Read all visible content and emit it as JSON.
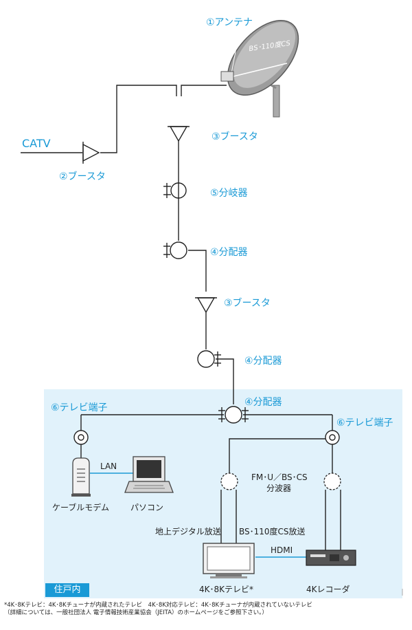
{
  "labels": {
    "antenna": "①アンテナ",
    "dish_text": "BS･110度CS",
    "catv": "CATV",
    "booster_catv": "②ブースタ",
    "booster_top": "③ブースタ",
    "branch": "⑤分岐器",
    "splitter_1": "④分配器",
    "booster_mid": "③ブースタ",
    "splitter_2": "④分配器",
    "splitter_home": "④分配器",
    "terminal_left": "⑥テレビ端子",
    "terminal_right": "⑥テレビ端子",
    "lan": "LAN",
    "cable_modem": "ケーブルモデム",
    "pc": "パソコン",
    "band_splitter": [
      "FM･U／BS･CS",
      "分波器"
    ],
    "terrestrial": "地上デジタル放送",
    "bs_cs": "BS･110度CS放送",
    "hdmi": "HDMI",
    "tv": "4K･8Kテレビ*",
    "recorder": "4Kレコーダ",
    "home": "住戸内"
  },
  "footnote": [
    "*4K･8Kテレビ：4K･8Kチューナが内蔵されたテレビ　4K･8K対応テレビ：4K･8Kチューナが内蔵されていないテレビ",
    "（詳細については、一般社団法人 電子情報技術産業協会（JEITA）のホームページをご参照下さい。）"
  ],
  "colors": {
    "accent": "#1a9ad6",
    "home_area": "#e1f2fb",
    "line": "#222222"
  }
}
